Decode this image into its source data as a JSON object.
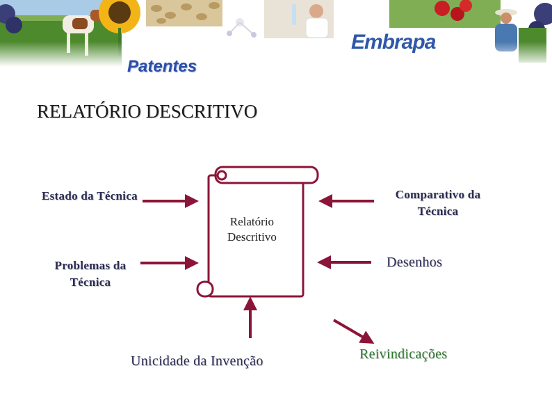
{
  "header": {
    "section_title": "Patentes",
    "logo_text": "Embrapa"
  },
  "slide": {
    "heading": "RELATÓRIO DESCRITIVO",
    "center_box": [
      "Relatório",
      "Descritivo"
    ],
    "left_items": [
      {
        "label": "Estado da Técnica"
      },
      {
        "label_lines": [
          "Problemas da",
          "Técnica"
        ]
      }
    ],
    "right_items": [
      {
        "label_lines": [
          "Comparativo da",
          "Técnica"
        ]
      },
      {
        "label": "Desenhos"
      }
    ],
    "bottom_item": "Unicidade da Invenção",
    "output_item": "Reivindicações"
  },
  "colors": {
    "arrow": "#8b1538",
    "heading_text": "#1a1a1a",
    "label_text": "#2b2b56",
    "output_text": "#2a7a2a",
    "section_title": "#2c4ea8"
  }
}
